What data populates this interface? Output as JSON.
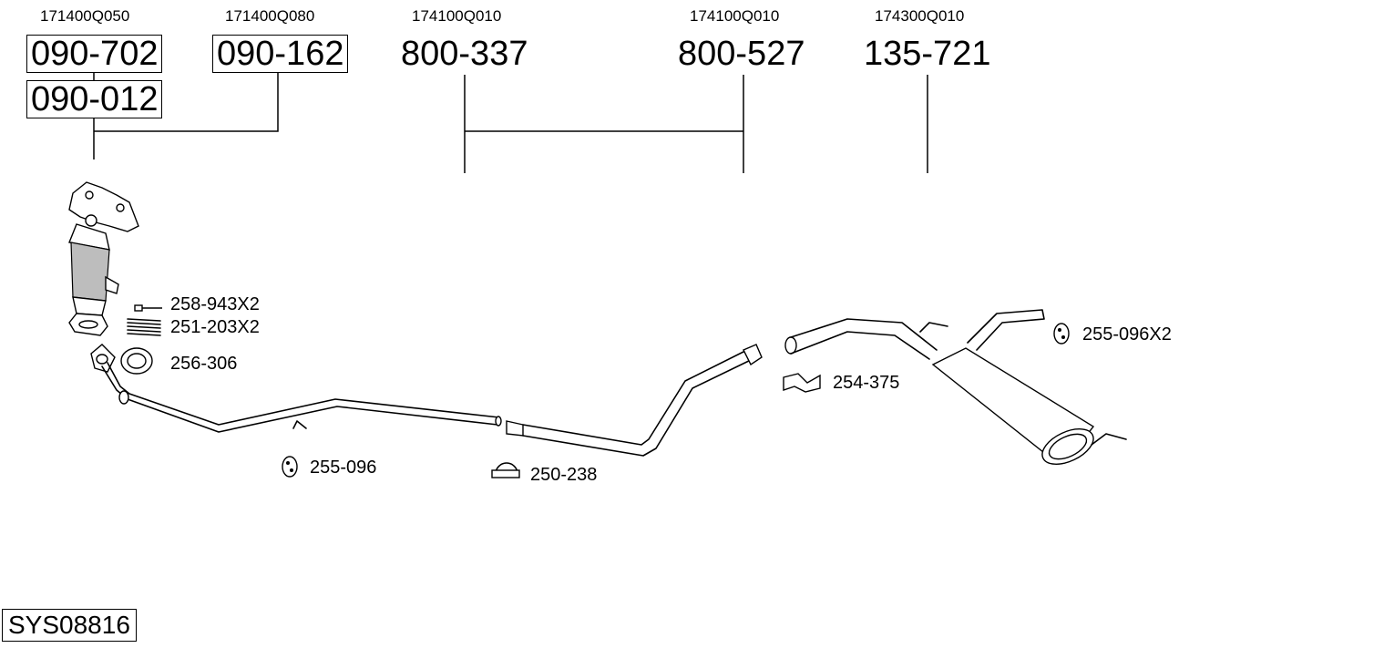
{
  "oem_numbers": {
    "n1": "171400Q050",
    "n2": "171400Q080",
    "n3": "174100Q010",
    "n4": "174100Q010",
    "n5": "174300Q010"
  },
  "parts": {
    "p1": "090-702",
    "p2": "090-012",
    "p3": "090-162",
    "p4": "800-337",
    "p5": "800-527",
    "p6": "135-721"
  },
  "accessories": {
    "a1": "258-943X2",
    "a2": "251-203X2",
    "a3": "256-306",
    "a4": "255-096",
    "a5": "250-238",
    "a6": "254-375",
    "a7": "255-096X2"
  },
  "system_code": "SYS08816"
}
